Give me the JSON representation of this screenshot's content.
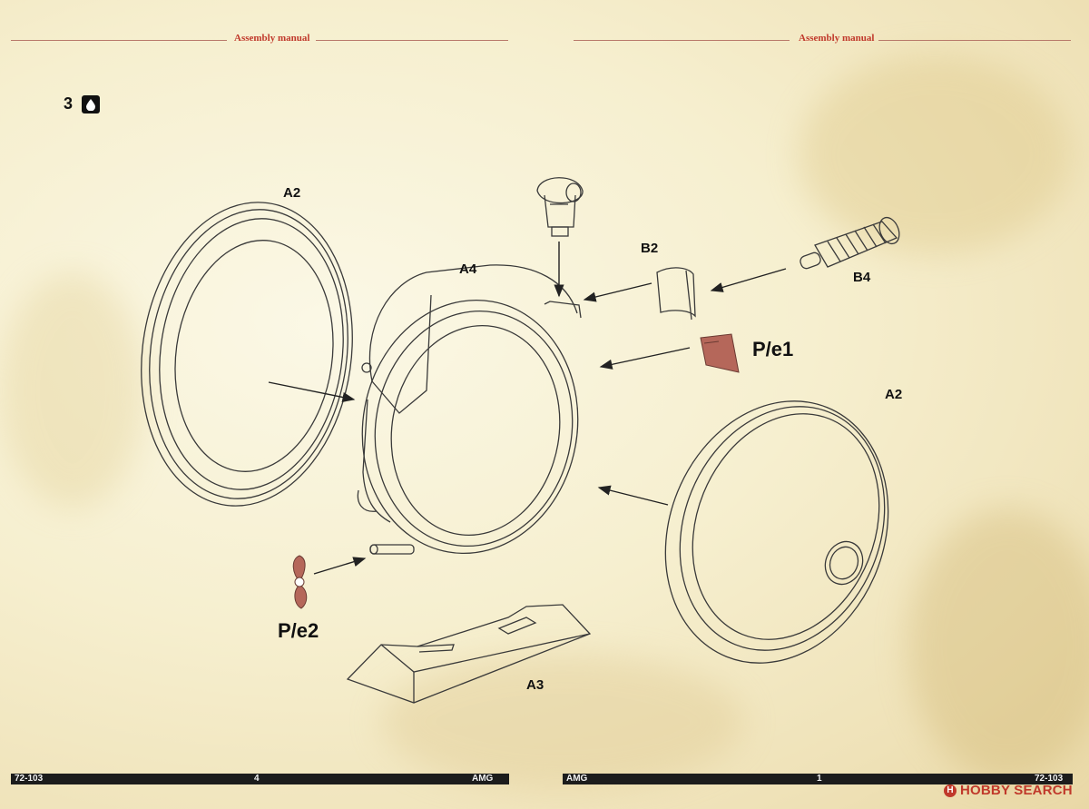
{
  "header": {
    "left_title": "Assembly manual",
    "right_title": "Assembly manual"
  },
  "step": {
    "number": "3",
    "icon": "drop-icon"
  },
  "parts": {
    "a2_ring": "A2",
    "a4": "A4",
    "b2": "B2",
    "b4": "B4",
    "a2_dome": "A2",
    "a3": "A3",
    "pe1": "P/e1",
    "pe2": "P/e2"
  },
  "colors": {
    "photo_etch": "#b5675a",
    "header_accent": "#c0392b",
    "line_art": "#3a3a3a"
  },
  "footer_left": {
    "code": "72-103",
    "page": "4",
    "brand": "AMG"
  },
  "footer_right": {
    "brand": "AMG",
    "page": "1",
    "code": "72-103"
  },
  "watermark": {
    "logo": "H",
    "text": "HOBBY SEARCH"
  }
}
